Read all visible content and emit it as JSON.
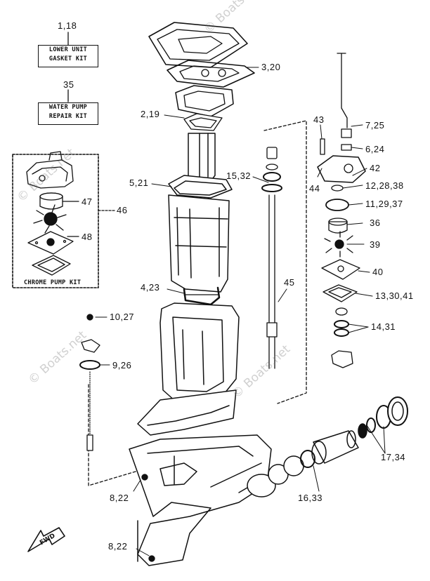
{
  "diagram": {
    "kits": {
      "lower_unit": {
        "ref": "1,18",
        "line1": "LOWER UNIT",
        "line2": "GASKET KIT"
      },
      "water_pump": {
        "ref": "35",
        "line1": "WATER PUMP",
        "line2": "REPAIR KIT"
      },
      "chrome_pump": {
        "ref": "46",
        "title": "CHROME PUMP KIT"
      }
    },
    "callouts": {
      "c3_20": "3,20",
      "c2_19": "2,19",
      "c5_21": "5,21",
      "c15_32": "15,32",
      "c4_23": "4,23",
      "c45": "45",
      "c43": "43",
      "c44": "44",
      "c7_25": "7,25",
      "c6_24": "6,24",
      "c42": "42",
      "c12_28_38": "12,28,38",
      "c11_29_37": "11,29,37",
      "c36": "36",
      "c39": "39",
      "c40": "40",
      "c13_30_41": "13,30,41",
      "c14_31": "14,31",
      "c10_27": "10,27",
      "c9_26": "9,26",
      "c47": "47",
      "c48": "48",
      "c17_34": "17,34",
      "c16_33": "16,33",
      "c8_22_a": "8,22",
      "c8_22_b": "8,22"
    },
    "fwd_label": "FWD",
    "watermark": "© Boats.net"
  }
}
